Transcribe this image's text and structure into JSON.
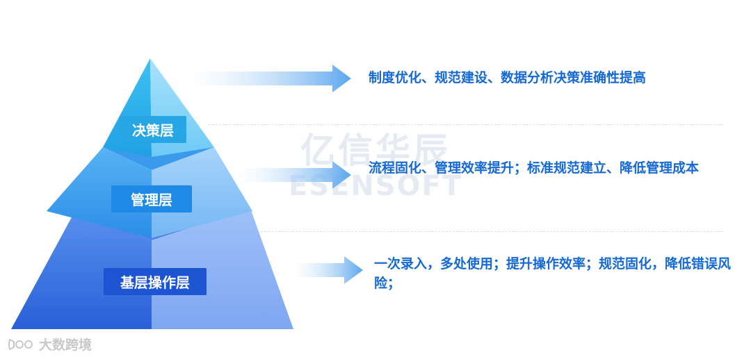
{
  "watermark": {
    "cn": "亿信华辰",
    "en": "ESENSOFT"
  },
  "layers": [
    {
      "label": "决策层",
      "description": "制度优化、规范建设、数据分析决策准确性提高"
    },
    {
      "label": "管理层",
      "description": "流程固化、管理效率提升；标准规范建立、降低管理成本"
    },
    {
      "label": "基层操作层",
      "description": "一次录入，多处使用；提升操作效率；规范固化，降低错误风险；"
    }
  ],
  "brand": {
    "icon": "megaphone-icon",
    "text": "大数跨境"
  },
  "colors": {
    "text_accent": "#1569d4",
    "top_layer": "#27a6e6",
    "middle_layer": "#1e8ae6",
    "bottom_layer": "#1d54d2"
  }
}
